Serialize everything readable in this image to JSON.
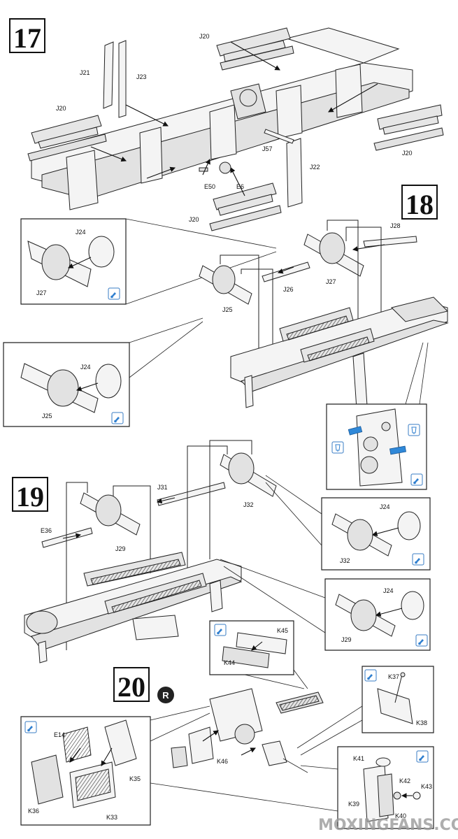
{
  "steps": [
    {
      "number": "17"
    },
    {
      "number": "18"
    },
    {
      "number": "19"
    },
    {
      "number": "20",
      "badge": "R"
    }
  ],
  "labels": {
    "s17": {
      "J20a": "J20",
      "J20b": "J20",
      "J20c": "J20",
      "J20d": "J20",
      "J21": "J21",
      "J23": "J23",
      "J57": "J57",
      "J22": "J22",
      "E50": "E50",
      "E6": "E6"
    },
    "s18": {
      "J24a": "J24",
      "J27a": "J27",
      "J28": "J28",
      "J27b": "J27",
      "J25a": "J25",
      "J26": "J26",
      "J24b": "J24",
      "J25b": "J25"
    },
    "s19": {
      "J31": "J31",
      "E36": "E36",
      "J29a": "J29",
      "J32a": "J32",
      "J24a": "J24",
      "J32b": "J32",
      "J24b": "J24",
      "J29b": "J29"
    },
    "s20": {
      "K45": "K45",
      "K44": "K44",
      "K37": "K37",
      "K38": "K38",
      "E14": "E14",
      "K35": "K35",
      "K36": "K36",
      "K33": "K33",
      "K46": "K46",
      "K41": "K41",
      "K42": "K42",
      "K43": "K43",
      "K39": "K39",
      "K40": "K40"
    }
  },
  "watermark": "MOXINGFANS.COM",
  "icons": {
    "paint": "paint-brush-icon",
    "cement": "cement-tube-icon",
    "registered": "registered-badge"
  }
}
